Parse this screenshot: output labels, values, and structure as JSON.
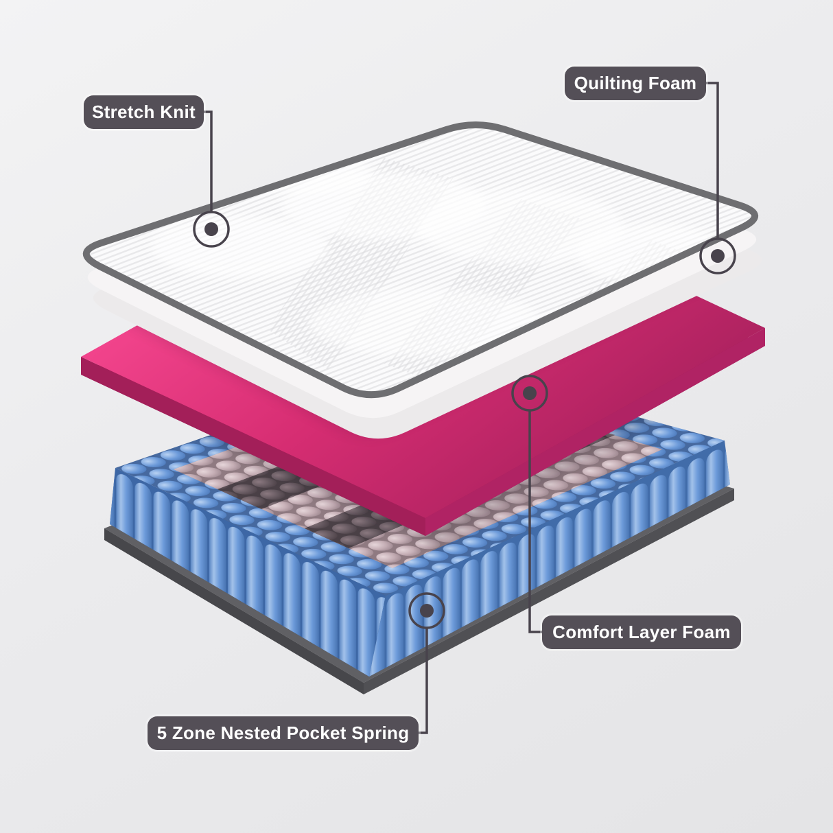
{
  "diagram": {
    "type": "mattress-exploded-layers",
    "callouts": [
      {
        "id": "stretch-knit",
        "label": "Stretch Knit"
      },
      {
        "id": "quilting-foam",
        "label": "Quilting Foam"
      },
      {
        "id": "comfort-layer-foam",
        "label": "Comfort Layer Foam"
      },
      {
        "id": "pocket-spring",
        "label": "5 Zone Nested Pocket Spring"
      }
    ],
    "colors": {
      "background": "#ececee",
      "label_background": "#544f57",
      "label_text": "#ffffff",
      "callout_line": "#48434c",
      "mattress_rim": "#6e6e71",
      "fabric_white": "#fbfbfc",
      "foam_sheet_white": "#f3f1f2",
      "comfort_foam_pink": "#d62d72",
      "spring_coil_blue": "#6d9bda",
      "spring_zone_light": "#c5aeb5",
      "spring_zone_dark": "#675a61",
      "base_board_gray": "#5f5f63"
    }
  }
}
